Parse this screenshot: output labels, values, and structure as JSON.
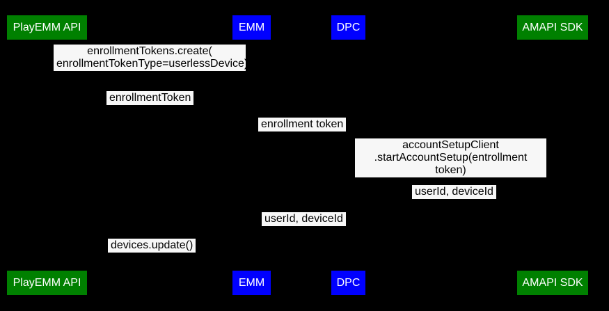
{
  "colors": {
    "background": "#000000",
    "actor_green": "#008000",
    "actor_blue": "#0000ff",
    "actor_text": "#ffffff",
    "message_bg": "#f7f7f7",
    "message_text": "#000000"
  },
  "actors": [
    {
      "id": "playemm-api",
      "label": "PlayEMM API",
      "color": "#008000"
    },
    {
      "id": "emm",
      "label": "EMM",
      "color": "#0000ff"
    },
    {
      "id": "dpc",
      "label": "DPC",
      "color": "#0000ff"
    },
    {
      "id": "amapi-sdk",
      "label": "AMAPI SDK",
      "color": "#008000"
    }
  ],
  "messages": [
    {
      "text": "enrollmentTokens.create(\nenrollmentTokenType=userlessDevice)"
    },
    {
      "text": "enrollmentToken"
    },
    {
      "text": "enrollment token"
    },
    {
      "text": "accountSetupClient\n.startAccountSetup(entrollment token)"
    },
    {
      "text": "userId, deviceId"
    },
    {
      "text": "userId, deviceId"
    },
    {
      "text": "devices.update()"
    }
  ]
}
